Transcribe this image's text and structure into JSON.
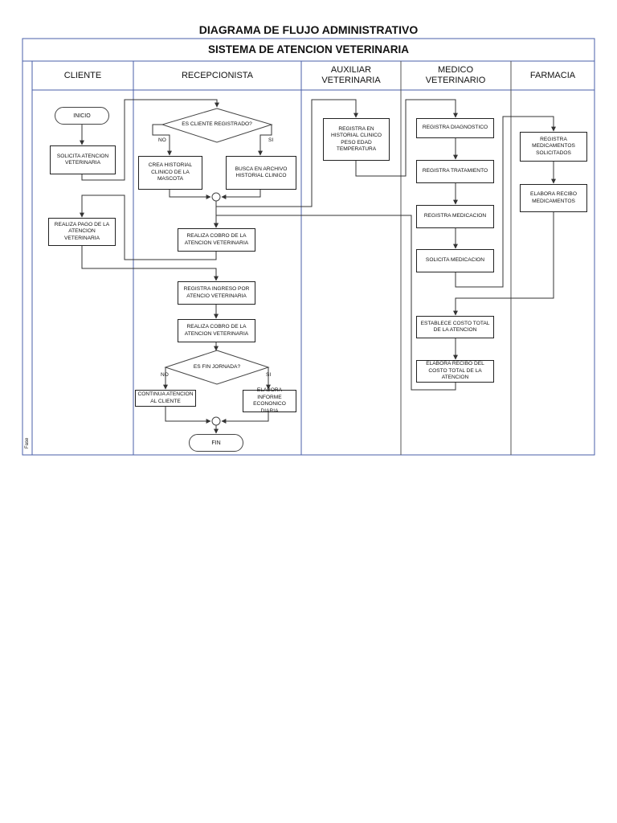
{
  "diagram": {
    "title": "DIAGRAMA DE FLUJO ADMINISTRATIVO",
    "subtitle": "SISTEMA DE ATENCION VETERINARIA",
    "phase_label": "Fase",
    "lanes": [
      "CLIENTE",
      "RECEPCIONISTA",
      "AUXILIAR VETERINARIA",
      "MEDICO VETERINARIO",
      "FARMACIA"
    ],
    "nodes": {
      "inicio": "INICIO",
      "solicita_atencion": "SOLICITA ATENCION VETERINARIA",
      "realiza_pago": "REALIZA PAGO DE LA ATENCION VETERINARIA",
      "es_cliente_registrado": "ES CLIENTE REGISTRADO?",
      "crea_historial": "CREA HISTORIAL CLINICO DE LA MASCOTA",
      "busca_archivo": "BUSCA EN ARCHIVO HISTORIAL CLINICO",
      "realiza_cobro_1": "REALIZA COBRO DE LA ATENCION VETERINARIA",
      "registra_ingreso": "REGISTRA INGRESO POR ATENCIO VETERINARIA",
      "realiza_cobro_2": "REALIZA COBRO DE LA ATENCION VETERINARIA",
      "es_fin_jornada": "ES FIN JORNADA?",
      "continua_atencion": "CONTINUA ATENCION AL CLIENTE",
      "elabora_informe": "ELABORA INFORME ECONONICO DIARIA",
      "fin": "FIN",
      "registra_historial": "REGISTRA EN HISTORIAL CLINICO PESO EDAD TEMPERATURA",
      "registra_diagnostico": "REGISTRA DIAGNOSTICO",
      "registra_tratamiento": "REGISTRA TRATAMIENTO",
      "registra_medicacion": "REGISTRA MEDICACION",
      "solicita_medicacion": "SOLICITA MEDICACION",
      "establece_costo": "ESTABLECE COSTO TOTAL DE LA ATENCION",
      "elabora_recibo_costo": "ELABORA RECIBO DEL COSTO TOTAL DE LA ATENCION",
      "registra_medicamentos": "REGISTRA MEDICAMENTOS SOLICITADOS",
      "elabora_recibo_med": "ELABORA RECIBO MEDICAMENTOS"
    },
    "branch_labels": {
      "no_1": "NO",
      "si_1": "SI",
      "no_2": "NO",
      "si_2": "SI"
    },
    "colors": {
      "frame_border": "#4a5fa8",
      "line": "#333333"
    }
  }
}
